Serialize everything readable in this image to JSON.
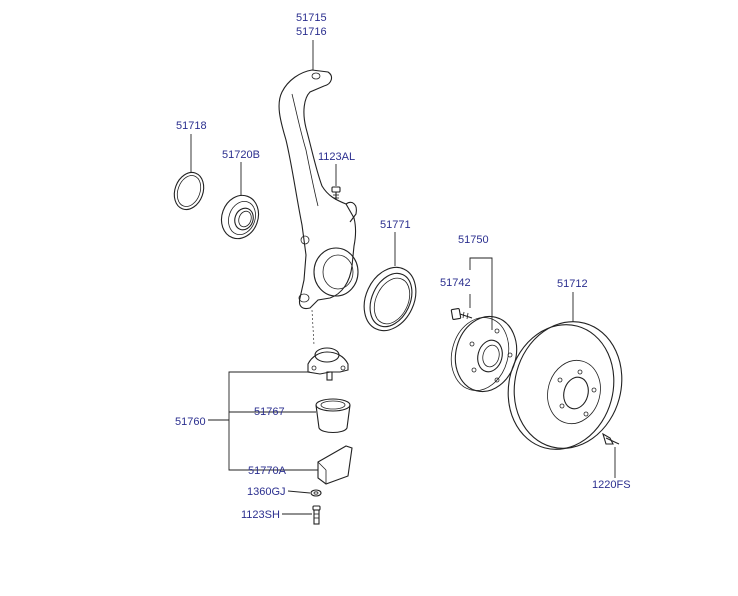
{
  "labels": {
    "p51715": "51715",
    "p51716": "51716",
    "p51718": "51718",
    "p51720B": "51720B",
    "p1123AL": "1123AL",
    "p51771": "51771",
    "p51750": "51750",
    "p51742": "51742",
    "p51712": "51712",
    "p51760": "51760",
    "p51767": "51767",
    "p51770A": "51770A",
    "p1360GJ": "1360GJ",
    "p1123SH": "1123SH",
    "p1220FS": "1220FS"
  },
  "colors": {
    "label": "#2b2f8f",
    "line": "#222222"
  }
}
